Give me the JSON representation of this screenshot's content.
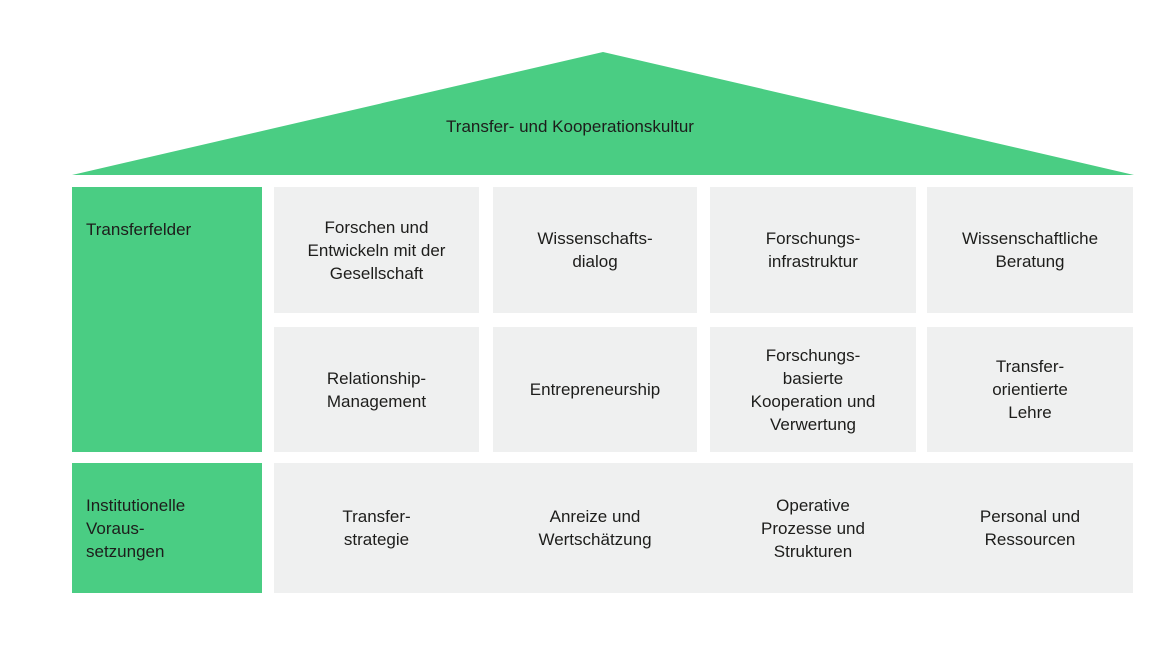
{
  "colors": {
    "green": "#4acd83",
    "gray": "#eff0f0",
    "text": "#1d1d1b",
    "background": "#ffffff"
  },
  "roof": {
    "label": "Transfer- und Kooperationskultur"
  },
  "side": {
    "transferfelder_label": "Transferfelder",
    "institutionelle_label": "Institutionelle\nVoraus-\nsetzungen"
  },
  "grid": {
    "row1": [
      "Forschen und\nEntwickeln mit der\nGesellschaft",
      "Wissenschafts-\ndialog",
      "Forschungs-\ninfrastruktur",
      "Wissenschaftliche\nBeratung"
    ],
    "row2": [
      "Relationship-\nManagement",
      "Entrepreneurship",
      "Forschungs-\nbasierte\nKooperation und\nVerwertung",
      "Transfer-\norientierte\nLehre"
    ],
    "row3": [
      "Transfer-\nstrategie",
      "Anreize und\nWertschätzung",
      "Operative\nProzesse und\nStrukturen",
      "Personal und\nRessourcen"
    ]
  }
}
